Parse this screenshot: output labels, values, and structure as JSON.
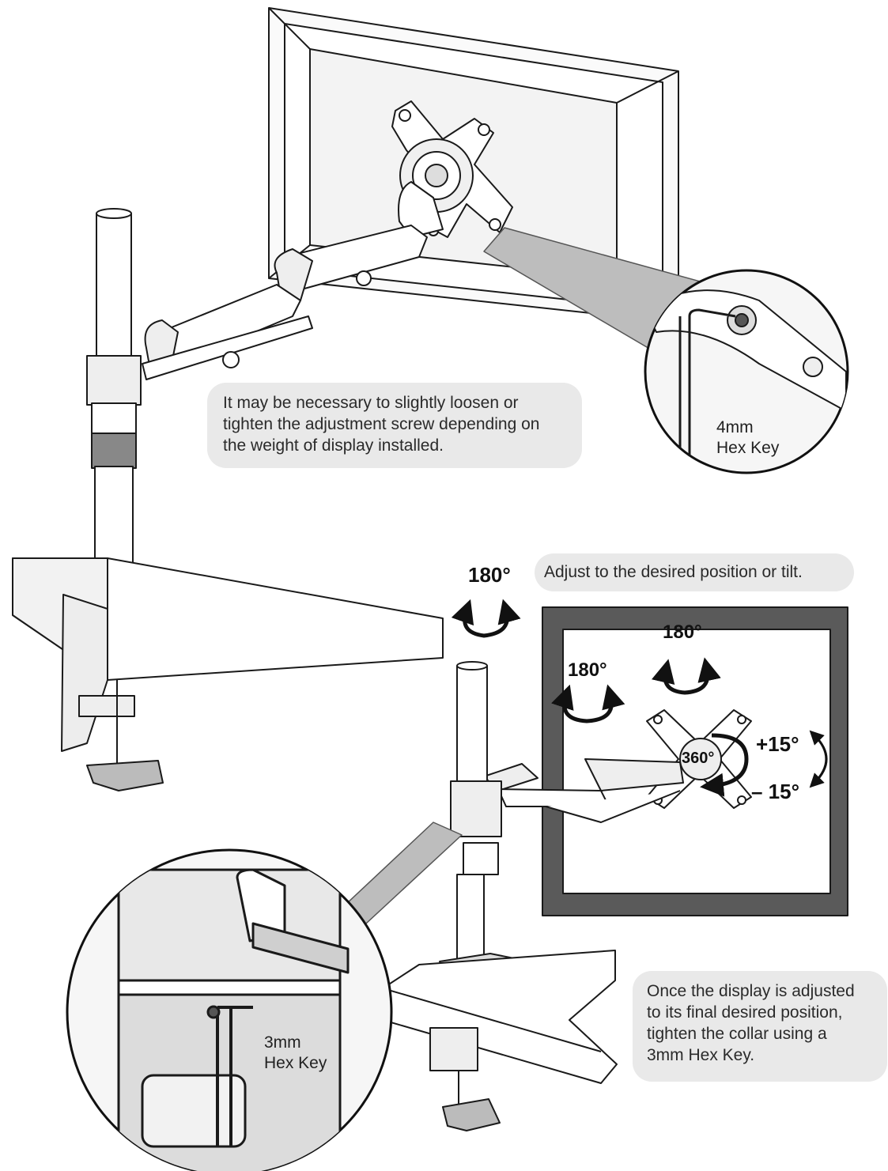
{
  "notes": {
    "top": [
      "It may be necessary to slightly loosen or",
      "tighten the adjustment screw depending on",
      "the weight of display installed."
    ],
    "tilt": "Adjust to the desired position or tilt.",
    "bottom": [
      "Once the display is adjusted",
      "to its final desired position,",
      "tighten the collar using a",
      "3mm Hex Key."
    ]
  },
  "hex_keys": {
    "top": [
      "4mm",
      "Hex Key"
    ],
    "bottom": [
      "3mm",
      "Hex Key"
    ]
  },
  "rotation_labels": {
    "pole": "180°",
    "monitor_top": "180°",
    "monitor_side": "180°",
    "mount": "360°",
    "tilt_up": "+15°",
    "tilt_down": "– 15°"
  }
}
